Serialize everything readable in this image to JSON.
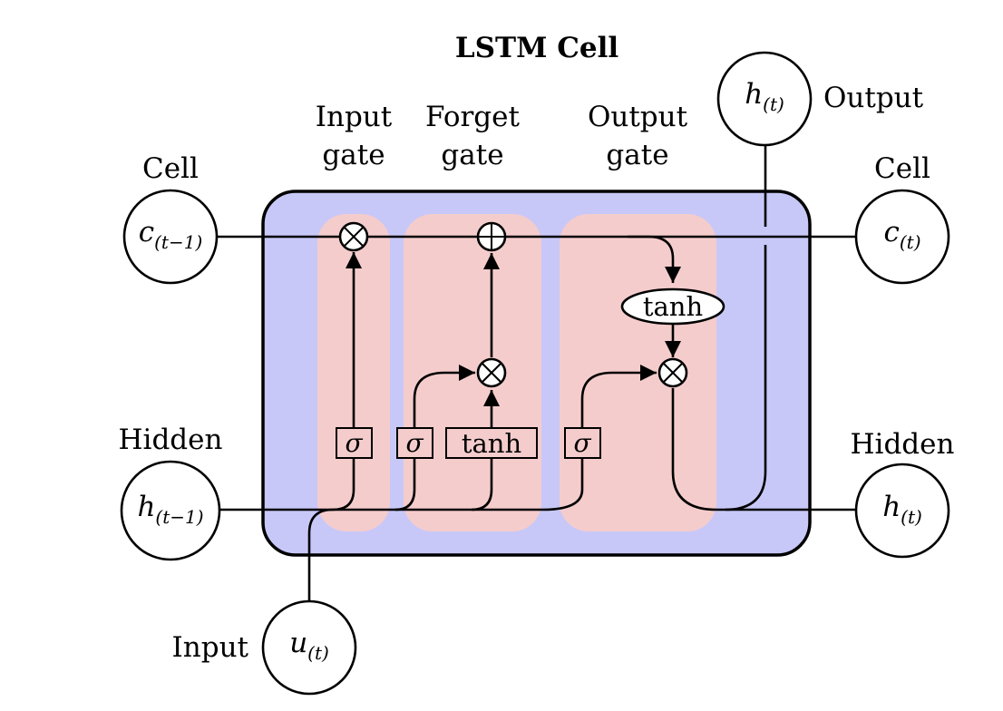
{
  "title": "LSTM Cell",
  "gate_labels": {
    "input": [
      "Input",
      "gate"
    ],
    "forget": [
      "Forget",
      "gate"
    ],
    "output": [
      "Output",
      "gate"
    ]
  },
  "side_labels": {
    "cell_left": "Cell",
    "cell_right": "Cell",
    "hidden_left": "Hidden",
    "hidden_right": "Hidden",
    "input": "Input",
    "output": "Output"
  },
  "nodes": {
    "c_prev": {
      "base": "c",
      "sub": "(t−1)"
    },
    "c_t": {
      "base": "c",
      "sub": "(t)"
    },
    "h_prev": {
      "base": "h",
      "sub": "(t−1)"
    },
    "h_t_right": {
      "base": "h",
      "sub": "(t)"
    },
    "h_t_top": {
      "base": "h",
      "sub": "(t)"
    },
    "u_t": {
      "base": "u",
      "sub": "(t)"
    }
  },
  "operators": {
    "multiply": "⊗",
    "add": "⊕"
  },
  "blocks": {
    "sigma": "σ",
    "tanh": "tanh"
  },
  "colors": {
    "cell_fill": "#c8c8f8",
    "gate_fill": "#f5cccc",
    "stroke": "#000000"
  }
}
